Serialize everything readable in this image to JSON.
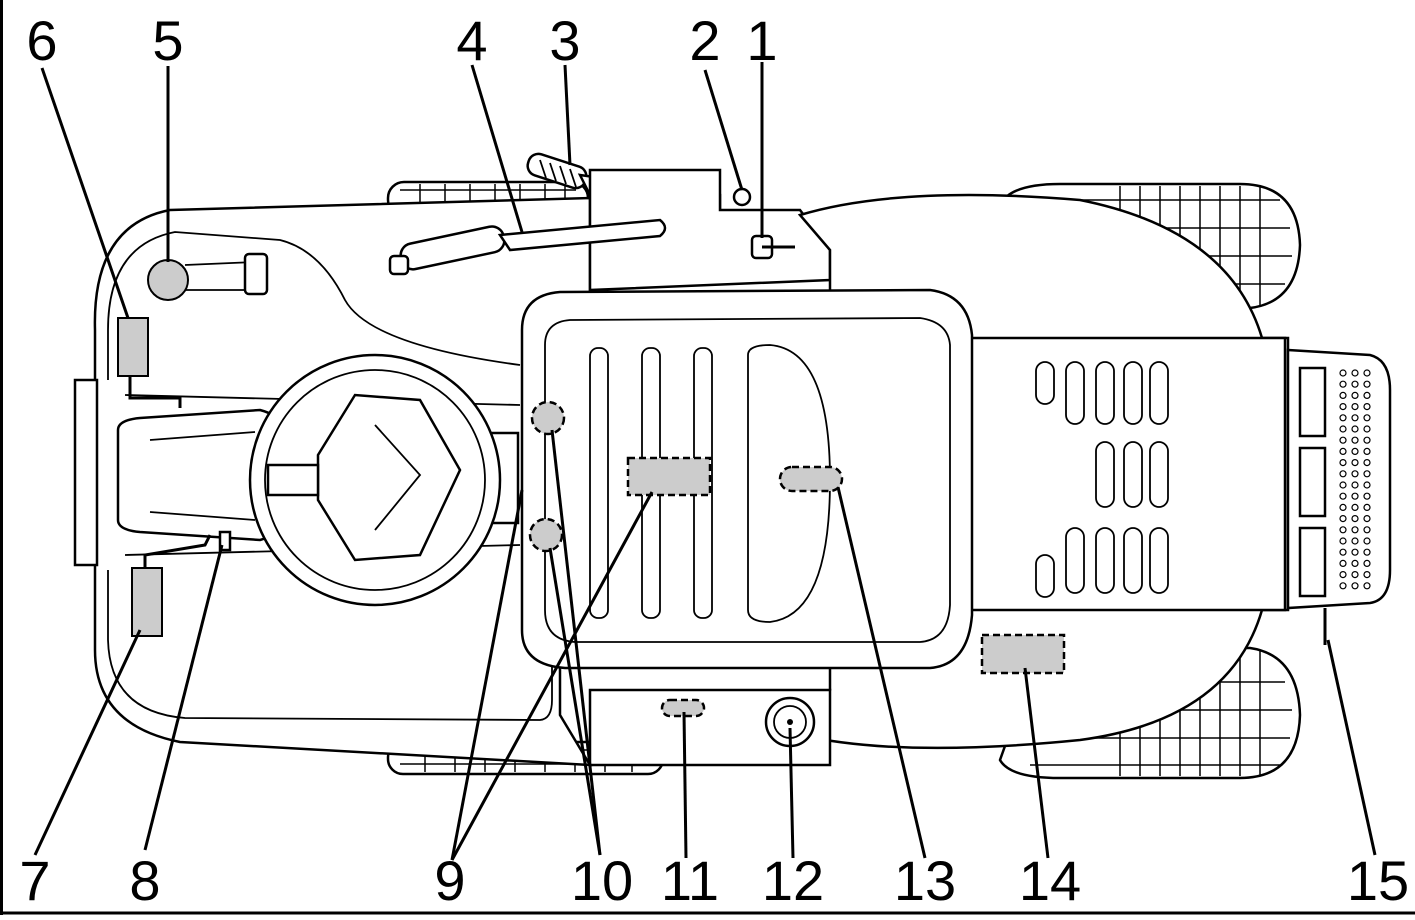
{
  "callouts": [
    {
      "id": "1",
      "label": "1"
    },
    {
      "id": "2",
      "label": "2"
    },
    {
      "id": "3",
      "label": "3"
    },
    {
      "id": "4",
      "label": "4"
    },
    {
      "id": "5",
      "label": "5"
    },
    {
      "id": "6",
      "label": "6"
    },
    {
      "id": "7",
      "label": "7"
    },
    {
      "id": "8",
      "label": "8"
    },
    {
      "id": "9",
      "label": "9"
    },
    {
      "id": "10",
      "label": "10"
    },
    {
      "id": "11",
      "label": "11"
    },
    {
      "id": "12",
      "label": "12"
    },
    {
      "id": "13",
      "label": "13"
    },
    {
      "id": "14",
      "label": "14"
    },
    {
      "id": "15",
      "label": "15"
    }
  ],
  "colors": {
    "line": "#000000",
    "background": "#ffffff",
    "marker_fill": "#cccccc"
  }
}
